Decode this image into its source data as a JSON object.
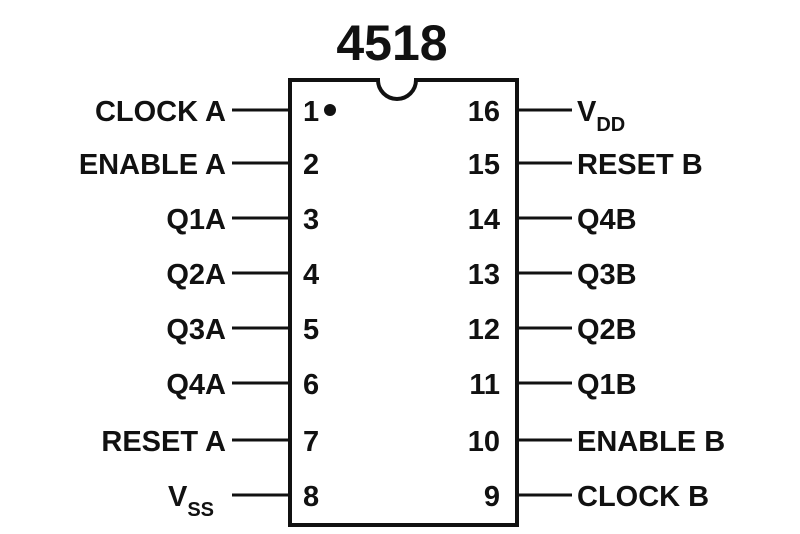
{
  "title": "4518",
  "left_pins": [
    {
      "num": "1",
      "label": "CLOCK A"
    },
    {
      "num": "2",
      "label": "ENABLE A"
    },
    {
      "num": "3",
      "label": "Q1A"
    },
    {
      "num": "4",
      "label": "Q2A"
    },
    {
      "num": "5",
      "label": "Q3A"
    },
    {
      "num": "6",
      "label": "Q4A"
    },
    {
      "num": "7",
      "label": "RESET A"
    },
    {
      "num": "8",
      "label": "V",
      "sub": "SS"
    }
  ],
  "right_pins": [
    {
      "num": "16",
      "label": "V",
      "sub": "DD"
    },
    {
      "num": "15",
      "label": "RESET B"
    },
    {
      "num": "14",
      "label": "Q4B"
    },
    {
      "num": "13",
      "label": "Q3B"
    },
    {
      "num": "12",
      "label": "Q2B"
    },
    {
      "num": "11",
      "label": "Q1B"
    },
    {
      "num": "10",
      "label": "ENABLE B"
    },
    {
      "num": "9",
      "label": "CLOCK B"
    }
  ]
}
